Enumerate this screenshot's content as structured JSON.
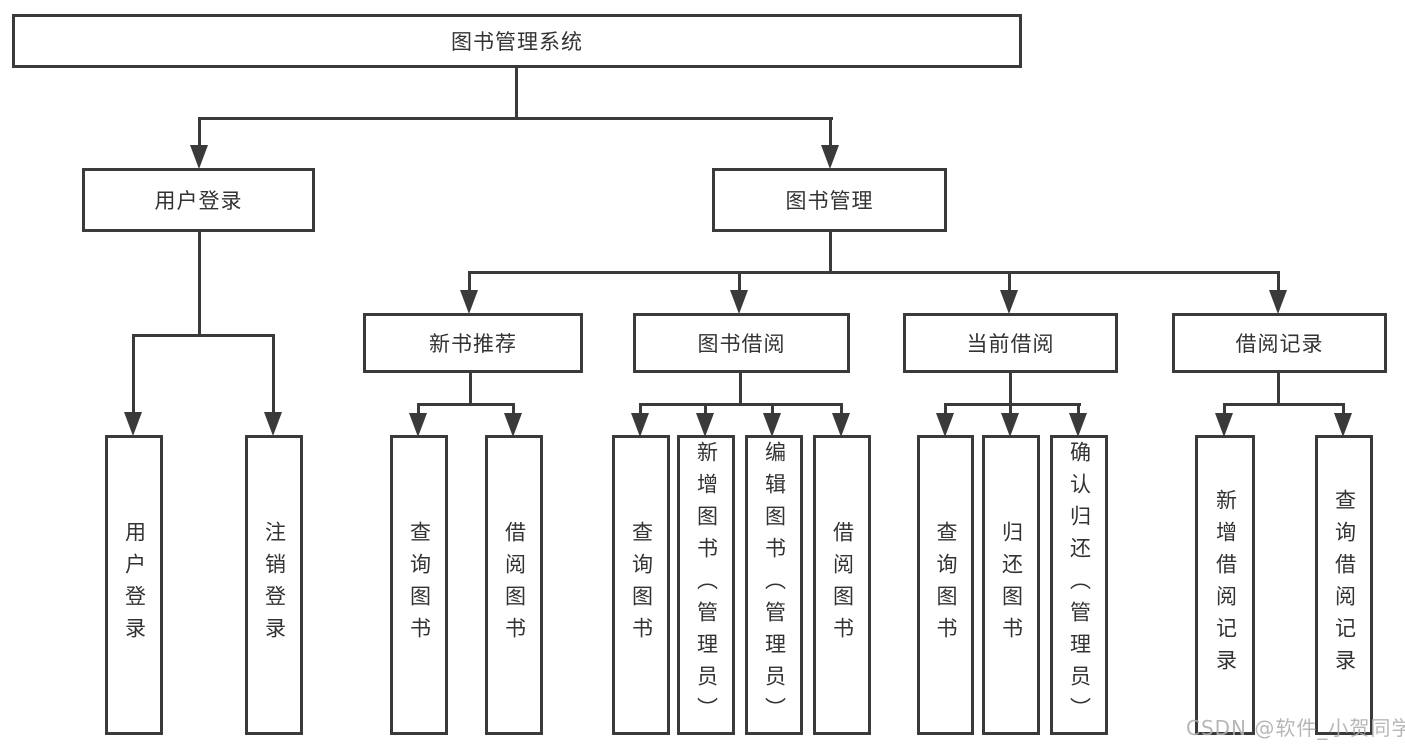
{
  "diagram": {
    "type": "tree",
    "root": {
      "label": "图书管理系统"
    },
    "level2": [
      {
        "label": "用户登录"
      },
      {
        "label": "图书管理"
      }
    ],
    "level3": [
      {
        "label": "新书推荐",
        "parent": "图书管理"
      },
      {
        "label": "图书借阅",
        "parent": "图书管理"
      },
      {
        "label": "当前借阅",
        "parent": "图书管理"
      },
      {
        "label": "借阅记录",
        "parent": "图书管理"
      }
    ],
    "leaves": [
      {
        "label": "用户登录",
        "parent": "用户登录"
      },
      {
        "label": "注销登录",
        "parent": "用户登录"
      },
      {
        "label": "查询图书",
        "parent": "新书推荐"
      },
      {
        "label": "借阅图书",
        "parent": "新书推荐"
      },
      {
        "label": "查询图书",
        "parent": "图书借阅"
      },
      {
        "label": "新增图书（管理员）",
        "parent": "图书借阅"
      },
      {
        "label": "编辑图书（管理员）",
        "parent": "图书借阅"
      },
      {
        "label": "借阅图书",
        "parent": "图书借阅"
      },
      {
        "label": "查询图书",
        "parent": "当前借阅"
      },
      {
        "label": "归还图书",
        "parent": "当前借阅"
      },
      {
        "label": "确认归还（管理员）",
        "parent": "当前借阅"
      },
      {
        "label": "新增借阅记录",
        "parent": "借阅记录"
      },
      {
        "label": "查询借阅记录",
        "parent": "借阅记录"
      }
    ],
    "colors": {
      "line": "#3a3a3a",
      "text": "#333333",
      "background": "#ffffff"
    }
  },
  "watermark": {
    "text": "CSDN @软件_小贺同学",
    "color": "#b0b0b0"
  }
}
